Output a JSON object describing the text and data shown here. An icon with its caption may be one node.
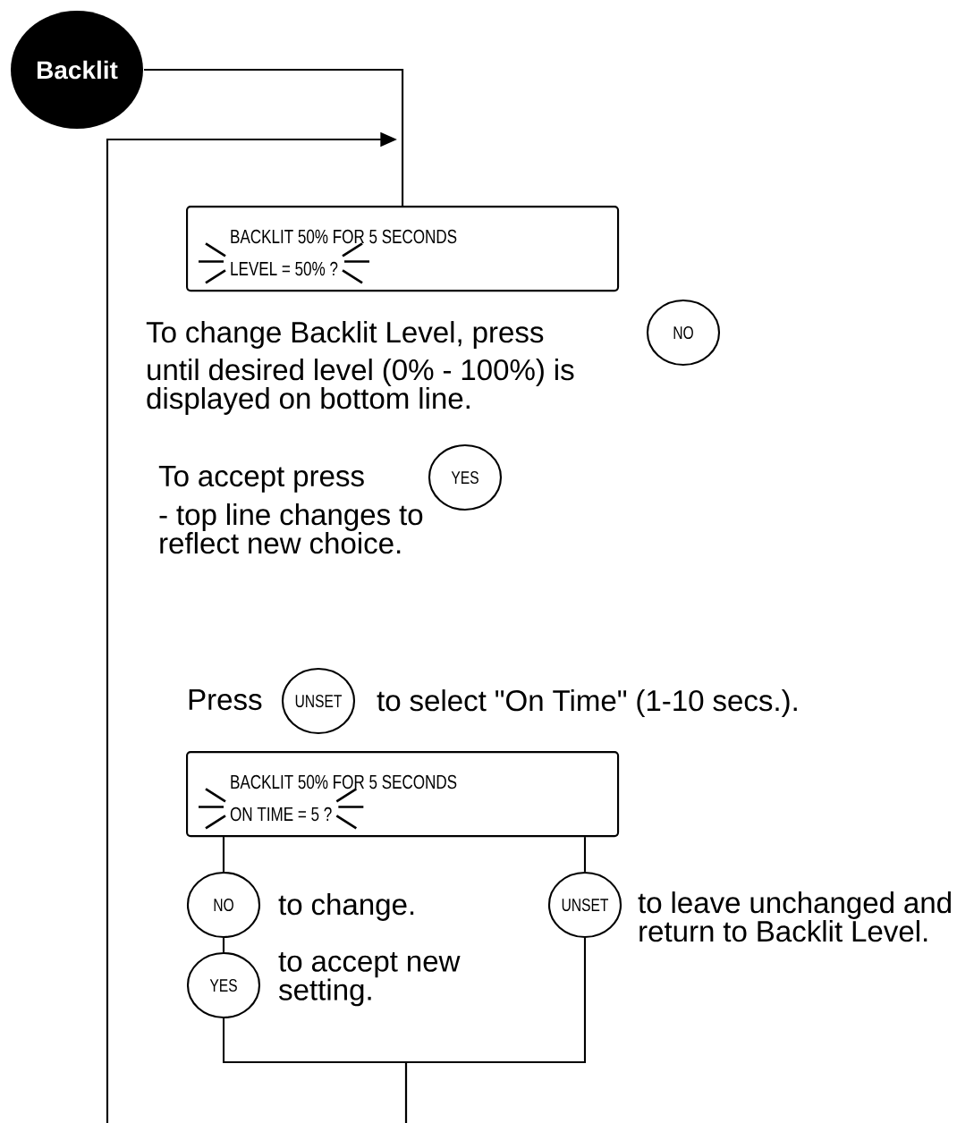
{
  "diagram": {
    "nodes": [
      {
        "text": [
          "Backlit"
        ]
      },
      {
        "text": [
          "BACKLIT 50% FOR 5 SECONDS",
          "LEVEL = 50% ?"
        ]
      },
      {
        "text": [
          "NO"
        ]
      },
      {
        "text": [
          "YES"
        ]
      },
      {
        "text": [
          "UNSET"
        ]
      },
      {
        "text": [
          "BACKLIT 50% FOR 5 SECONDS",
          "ON TIME = 5 ?"
        ]
      },
      {
        "text": [
          "NO"
        ],
        "beside": [
          "to change."
        ]
      },
      {
        "text": [
          "YES"
        ],
        "beside": [
          "to accept new setting."
        ]
      },
      {
        "text": [
          "UNSET"
        ],
        "beside": [
          "to leave unchanged and return to Backlit Level."
        ]
      }
    ],
    "edges": [
      {
        "from": 0,
        "to": 1,
        "arrow": "none"
      },
      {
        "from": null,
        "to": 1,
        "arrow": "to"
      },
      {
        "from": 5,
        "to": 6,
        "arrow": "none"
      },
      {
        "from": 6,
        "to": 7,
        "arrow": "none"
      },
      {
        "from": 5,
        "to": 8,
        "arrow": "none"
      },
      {
        "from": 7,
        "to": null,
        "arrow": "none"
      },
      {
        "from": 8,
        "to": null,
        "arrow": "none"
      }
    ],
    "labels": [
      "To change Backlit Level, press",
      "until desired level (0% - 100%) is displayed on bottom line.",
      "To accept press",
      "- top line changes to reflect new choice.",
      "Press",
      "to select \"On Time\" (1-10 secs.)."
    ]
  }
}
